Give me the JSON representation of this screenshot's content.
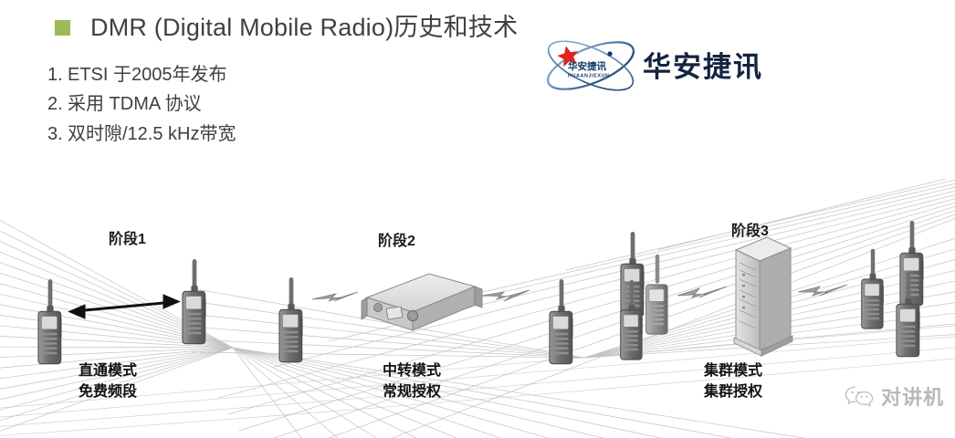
{
  "header": {
    "bullet_color": "#9BBB59",
    "title": "DMR (Digital Mobile Radio)历史和技术"
  },
  "list": {
    "items": [
      {
        "number": "1.",
        "text": "ETSI  于2005年发布"
      },
      {
        "number": "2.",
        "text": "采用 TDMA 协议"
      },
      {
        "number": "3.",
        "text": "双时隙/12.5 kHz带宽"
      }
    ]
  },
  "logo": {
    "name": "华安捷讯",
    "mark_cn": "华安捷讯",
    "mark_pinyin": "HUAANJIEXUN",
    "wordmark": "华安捷讯",
    "star_color": "#E0231C",
    "orbit_color": "#2D5C9E"
  },
  "diagram": {
    "stages": [
      {
        "id": "stage1",
        "label": "阶段1",
        "mode_line1": "直通模式",
        "mode_line2": "免费频段"
      },
      {
        "id": "stage2",
        "label": "阶段2",
        "mode_line1": "中转模式",
        "mode_line2": "常规授权"
      },
      {
        "id": "stage3",
        "label": "阶段3",
        "mode_line1": "集群模式",
        "mode_line2": "集群授权"
      }
    ],
    "devices": {
      "radio": "handheld-radio",
      "repeater": "repeater-box",
      "server": "server-cabinet"
    },
    "link_icons": {
      "direct": "double-arrow",
      "rf": "lightning-bolt"
    }
  },
  "watermark": {
    "platform_icon": "wechat-icon",
    "text": "对讲机"
  }
}
